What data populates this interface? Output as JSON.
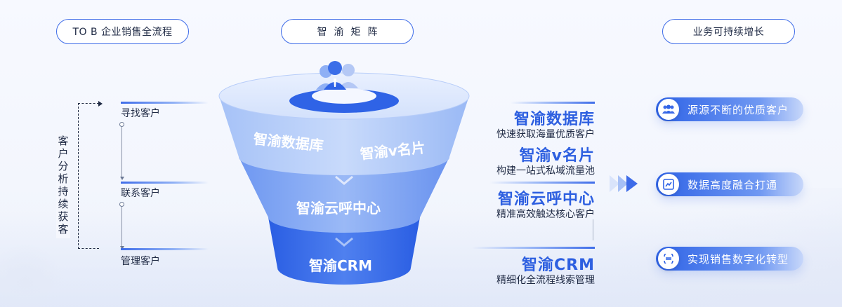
{
  "header": {
    "left": "TO B 企业销售全流程",
    "middle": "智渝矩阵",
    "right": "业务可持续增长"
  },
  "left_flow": {
    "loop_label": "客户分析持续获客",
    "stages": [
      "寻找客户",
      "联系客户",
      "管理客户"
    ]
  },
  "funnel": {
    "layer1": [
      "智渝数据库",
      "智渝v名片"
    ],
    "layer2": "智渝云呼中心",
    "layer3": "智渝CRM"
  },
  "products": [
    {
      "title": "智渝数据库",
      "desc": "快速获取海量优质客户"
    },
    {
      "title": "智渝v名片",
      "desc": "构建一站式私域流量池"
    },
    {
      "title": "智渝云呼中心",
      "desc": "精准高效触达核心客户"
    },
    {
      "title": "智渝CRM",
      "desc": "精细化全流程线索管理"
    }
  ],
  "results": [
    {
      "label": "源源不断的优质客户",
      "icon": "users-icon"
    },
    {
      "label": "数据高度融合打通",
      "icon": "chart-icon"
    },
    {
      "label": "实现销售数字化转型",
      "icon": "transform-icon"
    }
  ],
  "colors": {
    "accent": "#2d5fe0",
    "outline": "#3d6be8",
    "funnel_top": "#9fbdf6",
    "funnel_bottom": "#2d63e4"
  }
}
